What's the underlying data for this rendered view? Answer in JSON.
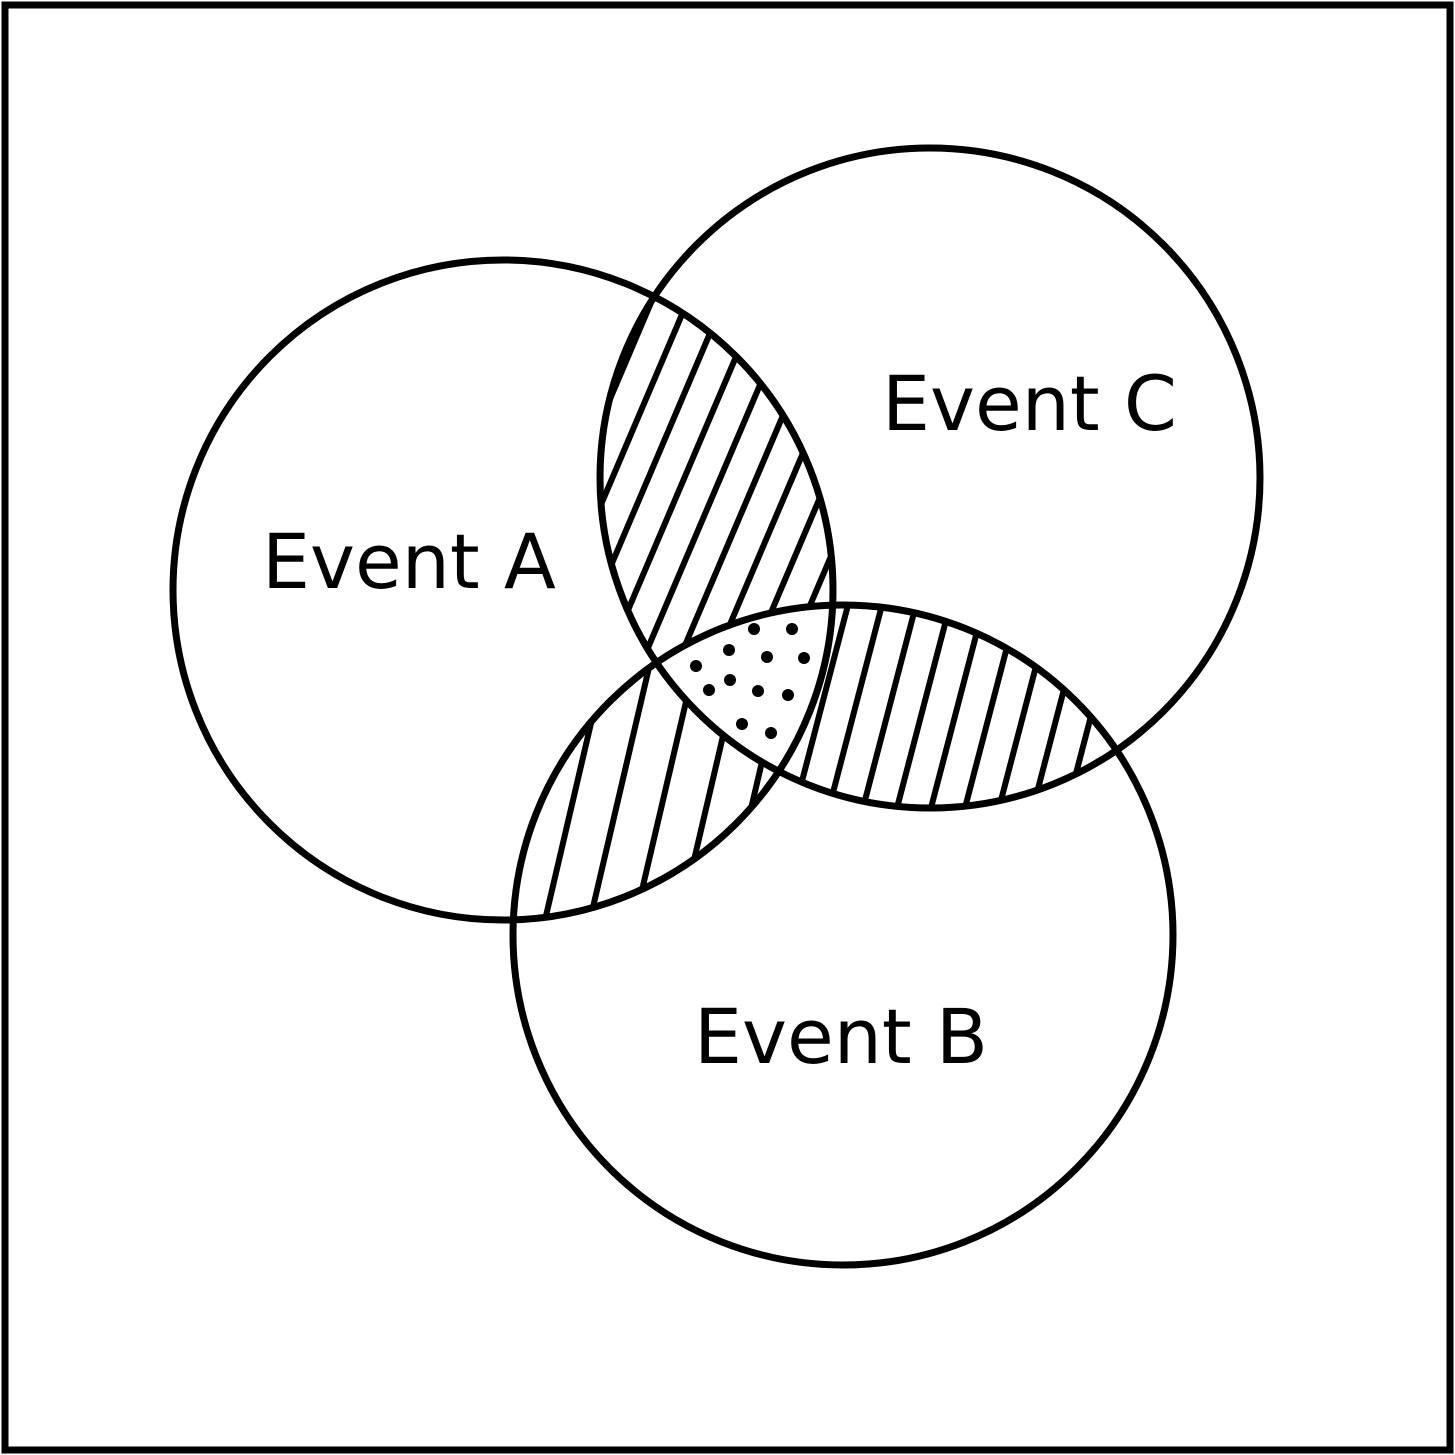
{
  "diagram": {
    "type": "venn",
    "colors": {
      "stroke": "#000000",
      "background": "#ffffff",
      "text": "#000000"
    },
    "sets": [
      {
        "id": "A",
        "label": "Event A"
      },
      {
        "id": "B",
        "label": "Event B"
      },
      {
        "id": "C",
        "label": "Event C"
      }
    ],
    "regions": [
      {
        "sets": [
          "A",
          "C"
        ],
        "pattern": "hatched"
      },
      {
        "sets": [
          "A",
          "B"
        ],
        "pattern": "hatched"
      },
      {
        "sets": [
          "B",
          "C"
        ],
        "pattern": "hatched"
      },
      {
        "sets": [
          "A",
          "B",
          "C"
        ],
        "pattern": "dotted"
      }
    ]
  }
}
